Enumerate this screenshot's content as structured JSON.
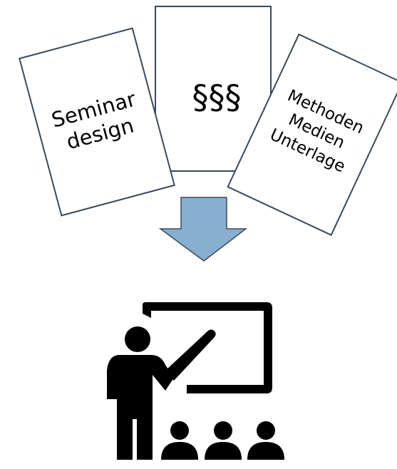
{
  "cards": {
    "left": {
      "line1": "Seminar",
      "line2": "design"
    },
    "center": {
      "symbol": "§§§"
    },
    "right": {
      "line1": "Methoden",
      "line2": "Medien",
      "line3": "Unterlage"
    }
  },
  "colors": {
    "card_border": "#3b4a5c",
    "arrow_fill": "#89afd0",
    "arrow_stroke": "#3b4a5c",
    "icon": "#000000"
  },
  "icons": {
    "arrow": "down-arrow-icon",
    "presentation": "presenter-at-board-with-audience-icon"
  }
}
